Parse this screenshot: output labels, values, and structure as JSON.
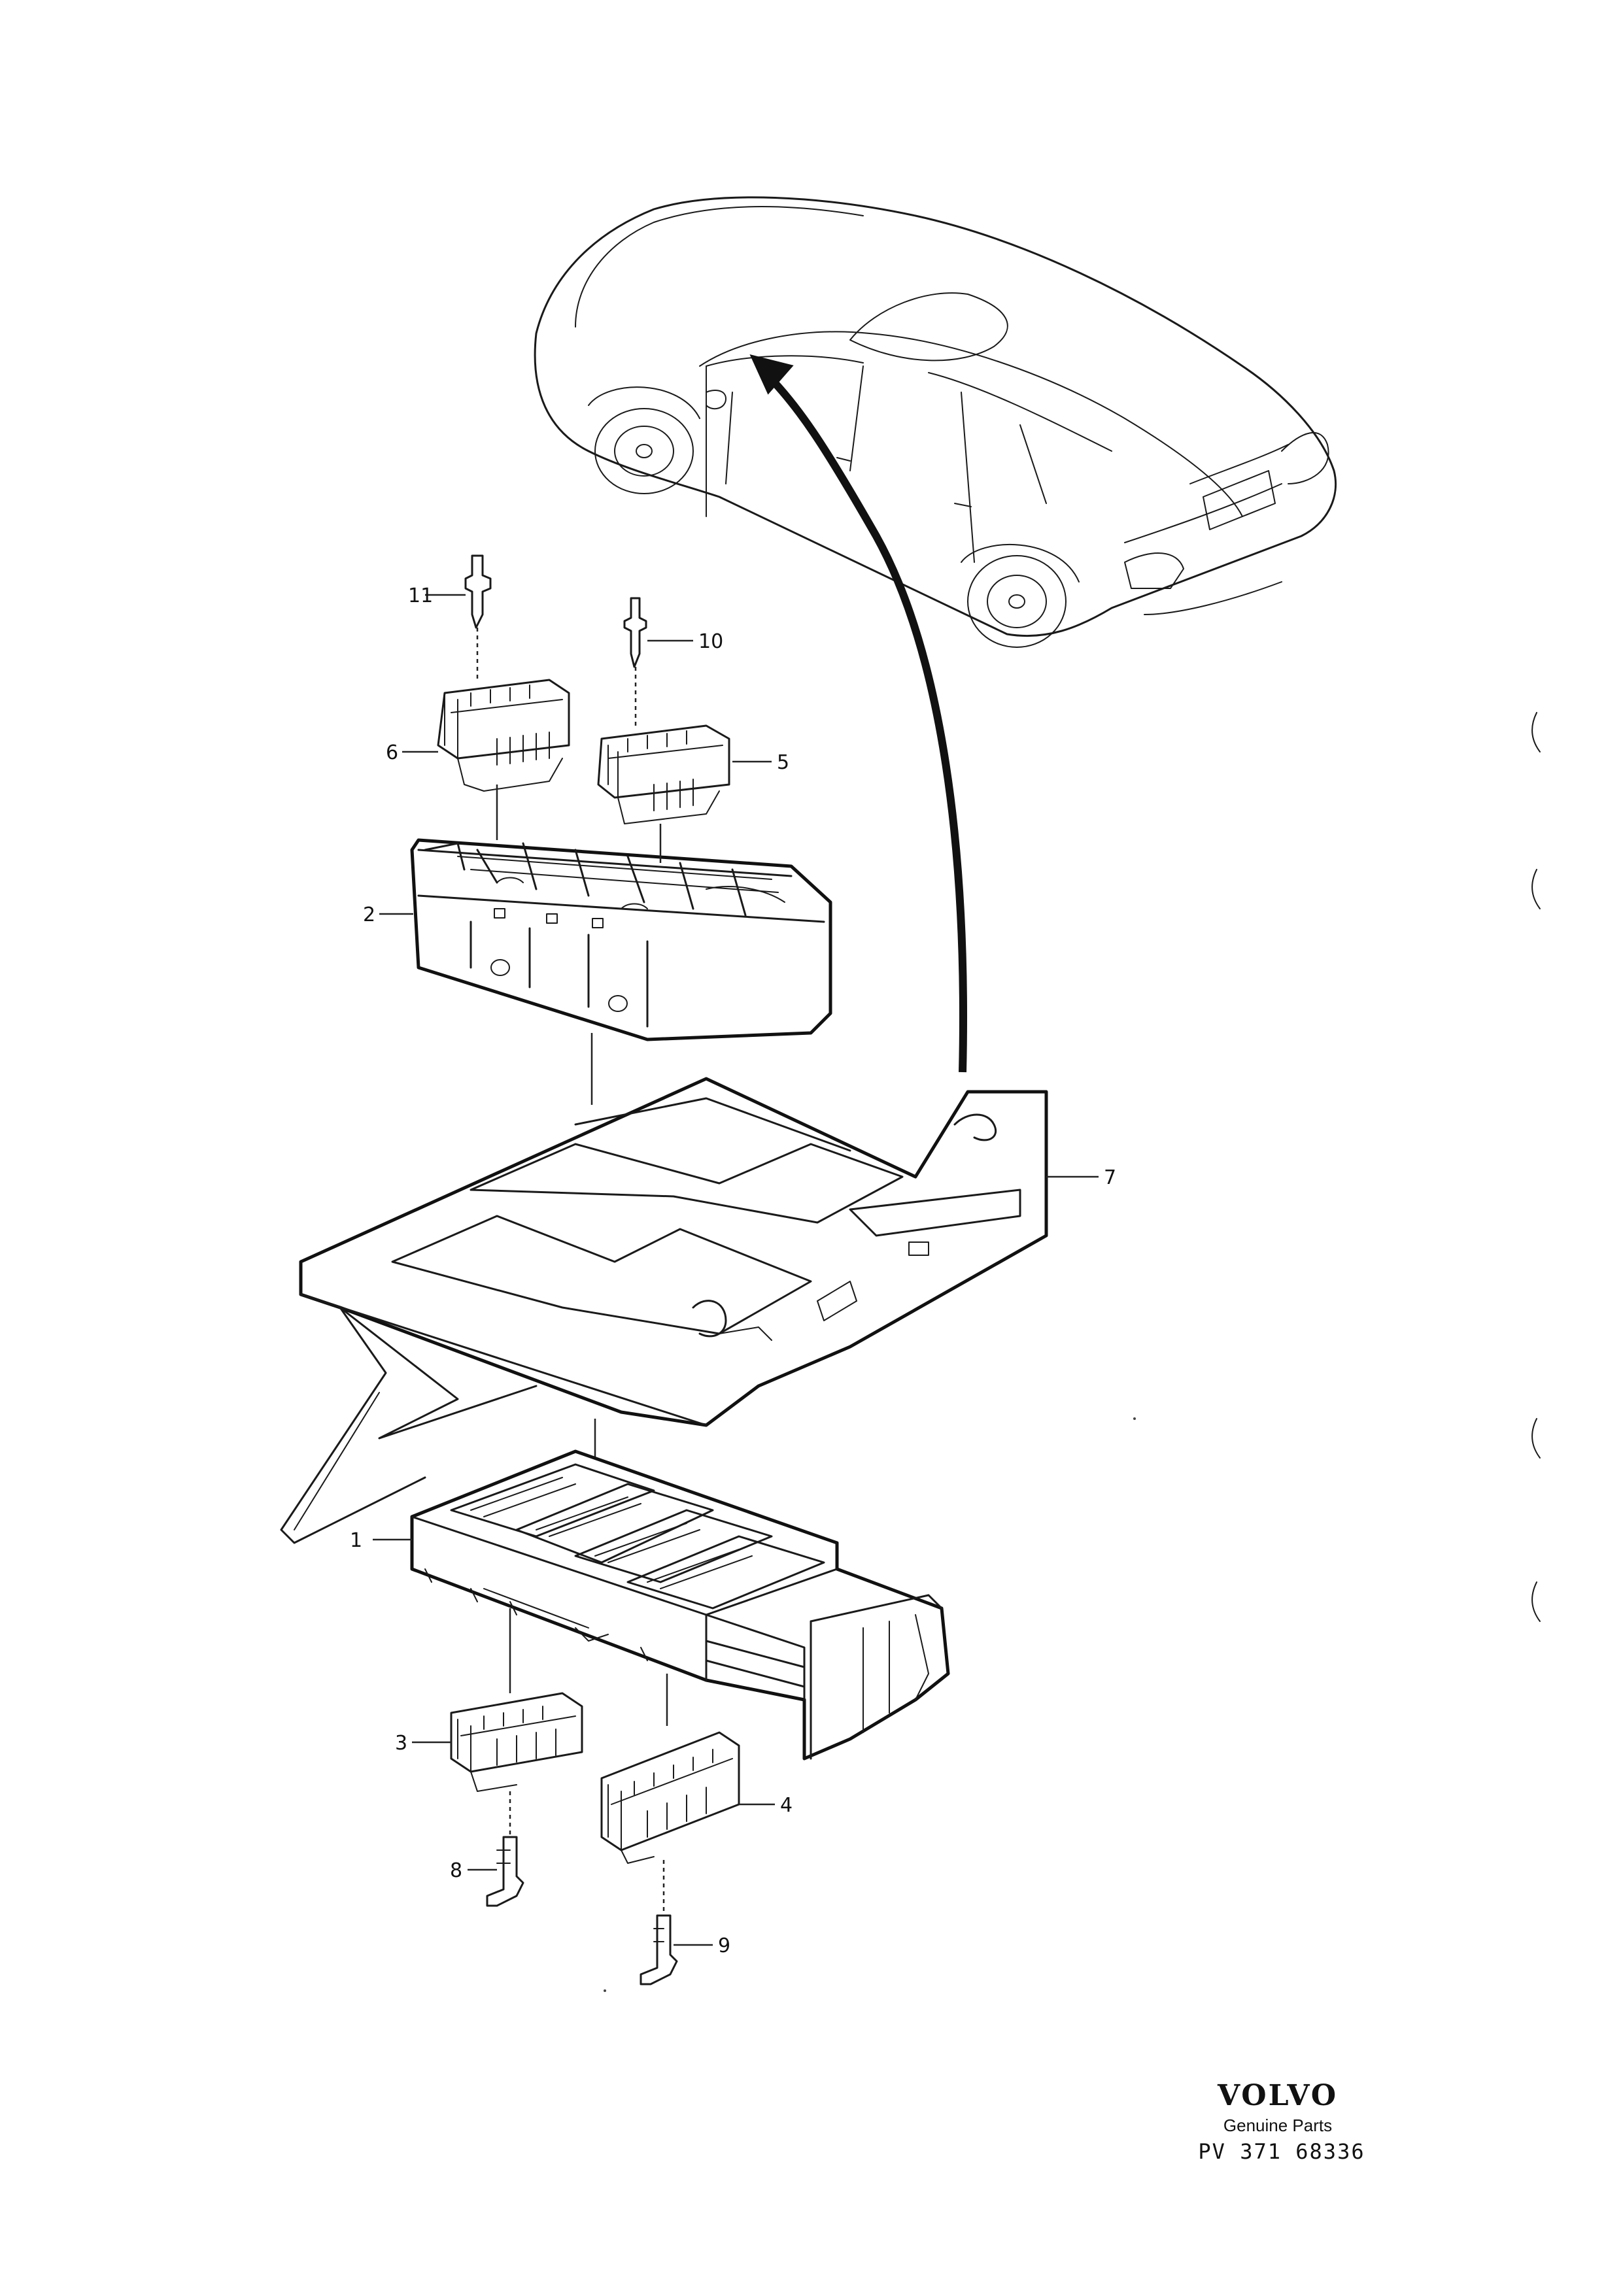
{
  "callouts": {
    "c1": "1",
    "c2": "2",
    "c3": "3",
    "c4": "4",
    "c5": "5",
    "c6": "6",
    "c7": "7",
    "c8": "8",
    "c9": "9",
    "c10": "10",
    "c11": "11"
  },
  "brand": {
    "logo_text": "VOLVO",
    "subtitle": "Genuine Parts",
    "part_number": "PV 371 68336"
  },
  "colors": {
    "line": "#1a1a1a",
    "background": "#ffffff"
  }
}
